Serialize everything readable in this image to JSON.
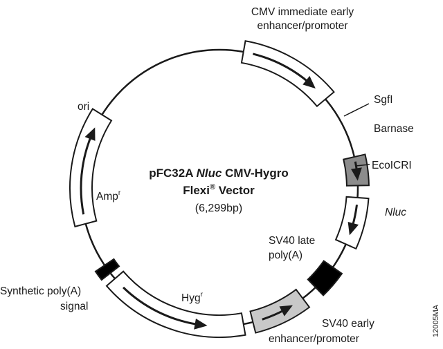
{
  "title": {
    "line1_prefix": "pFC32A ",
    "line1_italic": "Nluc",
    "line1_suffix": " CMV-Hygro",
    "line2_prefix": "Flexi",
    "line2_sup": "®",
    "line2_suffix": " Vector",
    "size": "(6,299bp)"
  },
  "features": {
    "cmv": {
      "line1": "CMV immediate early",
      "line2": "enhancer/promoter",
      "fill": "#ffffff"
    },
    "barnase": {
      "label": "Barnase",
      "fill": "#8c8c8c"
    },
    "nluc": {
      "label": "Nluc",
      "fill": "#ffffff"
    },
    "sv40_late": {
      "line1": "SV40 late",
      "line2": "poly(A)",
      "fill": "#000000"
    },
    "sv40_early": {
      "line1": "SV40 early",
      "line2": "enhancer/promoter",
      "fill": "#c8c8c8"
    },
    "hyg": {
      "label": "Hyg",
      "sup": "r",
      "fill": "#ffffff"
    },
    "synthetic_polya": {
      "line1": "Synthetic poly(A)",
      "line2": "signal",
      "fill": "#000000"
    },
    "amp": {
      "label": "Amp",
      "sup": "r",
      "fill": "#ffffff"
    }
  },
  "sites": {
    "sgfi": "SgfI",
    "ecoicri": "EcoICRI"
  },
  "ori": "ori",
  "figure_code": "12005MA",
  "colors": {
    "line": "#1a1a1a",
    "background": "#ffffff"
  }
}
